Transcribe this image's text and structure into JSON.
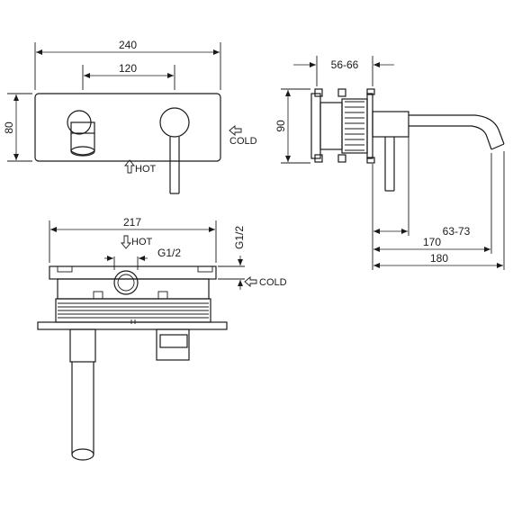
{
  "front_view": {
    "width_dim": "240",
    "handle_spacing_dim": "120",
    "height_dim": "80",
    "cold_label": "COLD",
    "hot_label": "HOT"
  },
  "side_view": {
    "depth_dim": "56-66",
    "height_dim": "90",
    "spout_reach_dim_1": "63-73",
    "spout_reach_dim_2": "170",
    "spout_reach_dim_3": "180"
  },
  "top_view": {
    "width_dim": "217",
    "hot_label": "HOT",
    "thread_label_h": "G1/2",
    "thread_label_v": "G1/2",
    "cold_label": "COLD"
  }
}
